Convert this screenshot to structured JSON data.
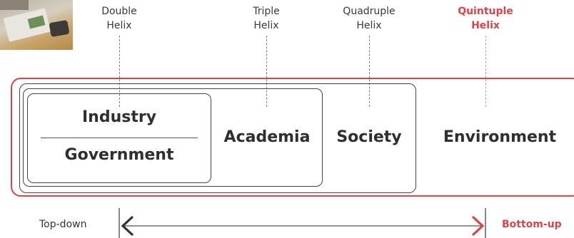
{
  "helices": [
    {
      "line1": "Double",
      "line2": "Helix"
    },
    {
      "line1": "Triple",
      "line2": "Helix"
    },
    {
      "line1": "Quadruple",
      "line2": "Helix"
    },
    {
      "line1": "Quintuple",
      "line2": "Helix"
    }
  ],
  "sectors": {
    "industry": "Industry",
    "government": "Government",
    "academia": "Academia",
    "society": "Society",
    "environment": "Environment"
  },
  "axis": {
    "left_label": "Top-down",
    "right_label": "Bottom-up"
  },
  "colors": {
    "accent": "#d9434b",
    "text": "#2f2f2f",
    "line": "#444444"
  }
}
